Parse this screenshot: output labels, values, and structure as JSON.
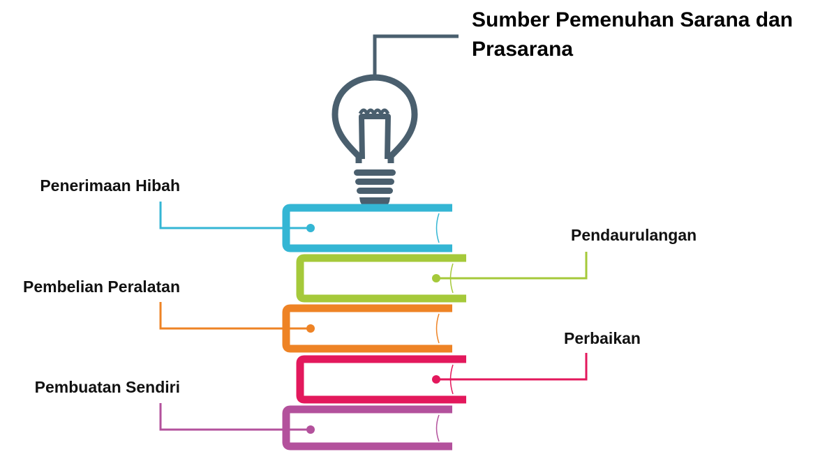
{
  "title": "Sumber Pemenuhan Sarana dan Prasarana",
  "items": [
    {
      "label": "Penerimaan Hibah",
      "side": "left",
      "color": "#34b6d4"
    },
    {
      "label": "Pendaurulangan",
      "side": "right",
      "color": "#a5c93a"
    },
    {
      "label": "Pembelian Peralatan",
      "side": "left",
      "color": "#ee8325"
    },
    {
      "label": "Perbaikan",
      "side": "right",
      "color": "#e3185c"
    },
    {
      "label": "Pembuatan Sendiri",
      "side": "left",
      "color": "#b3519c"
    }
  ],
  "bulb_color": "#4a5f6e"
}
